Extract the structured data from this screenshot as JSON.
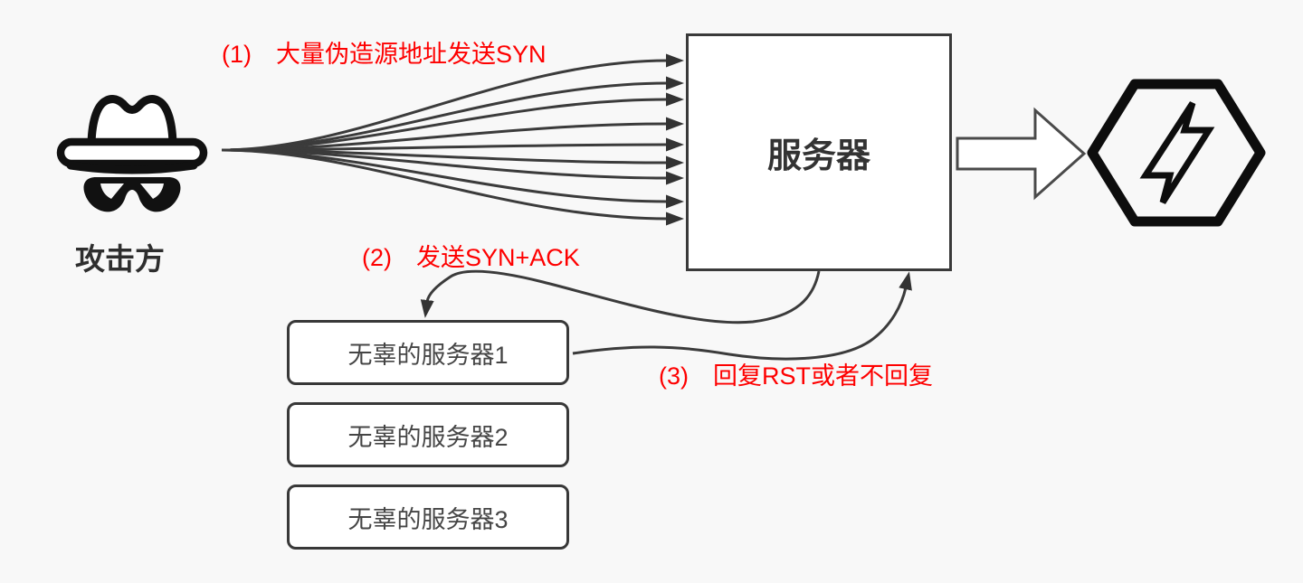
{
  "diagram": {
    "attacker": {
      "label": "攻击方",
      "icon": "spy-incognito-icon"
    },
    "server": {
      "label": "服务器"
    },
    "victims": [
      {
        "label": "无辜的服务器1"
      },
      {
        "label": "无辜的服务器2"
      },
      {
        "label": "无辜的服务器3"
      }
    ],
    "steps": [
      {
        "id": 1,
        "label": "(1)　大量伪造源地址发送SYN"
      },
      {
        "id": 2,
        "label": "(2)　发送SYN+ACK"
      },
      {
        "id": 3,
        "label": "(3)　回复RST或者不回复"
      }
    ],
    "effect_icon": "lightning-hexagon-icon",
    "syn_arrow_count": 9,
    "colors": {
      "background": "#f8f8f8",
      "line": "#3b3b3b",
      "step_label": "#fe0000",
      "text_dark": "#333333",
      "icon_black": "#111111"
    }
  }
}
